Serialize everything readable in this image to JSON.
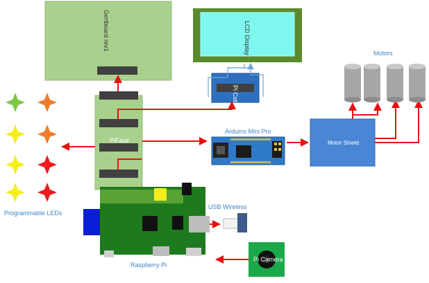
{
  "components": {
    "gertboard": "Gertboard rev1",
    "lcd_display": "LCD Display",
    "pi_cobbler": "Pi Cobbler",
    "piface": "PiFace",
    "arduino": "Arduino Mini Pro",
    "motor_shield": "Motor Shield",
    "motors": "Motors",
    "programmable_leds": "Programmable LEDs",
    "usb_wireless": "USB Wireless",
    "raspberry_pi": "Raspberry Pi",
    "pi_camera": "Pi Camera"
  },
  "colors": {
    "board_green": "#a9d18e",
    "board_border": "#8fb874",
    "lcd_screen": "#7ef7ef",
    "lcd_frame": "#5a8a2c",
    "blue_module": "#4a86d4",
    "connector_dark": "#404040",
    "arrow_red": "#e81010",
    "arrow_blue": "#6fa6d8",
    "motor_gray": "#a6a6a6",
    "pi_green": "#1e7a1e",
    "label_blue": "#3f84c4",
    "led_green": "#7cc843",
    "led_orange": "#ec7d2c",
    "led_yellow": "#f5ee1a",
    "led_red": "#ee1c1c"
  }
}
